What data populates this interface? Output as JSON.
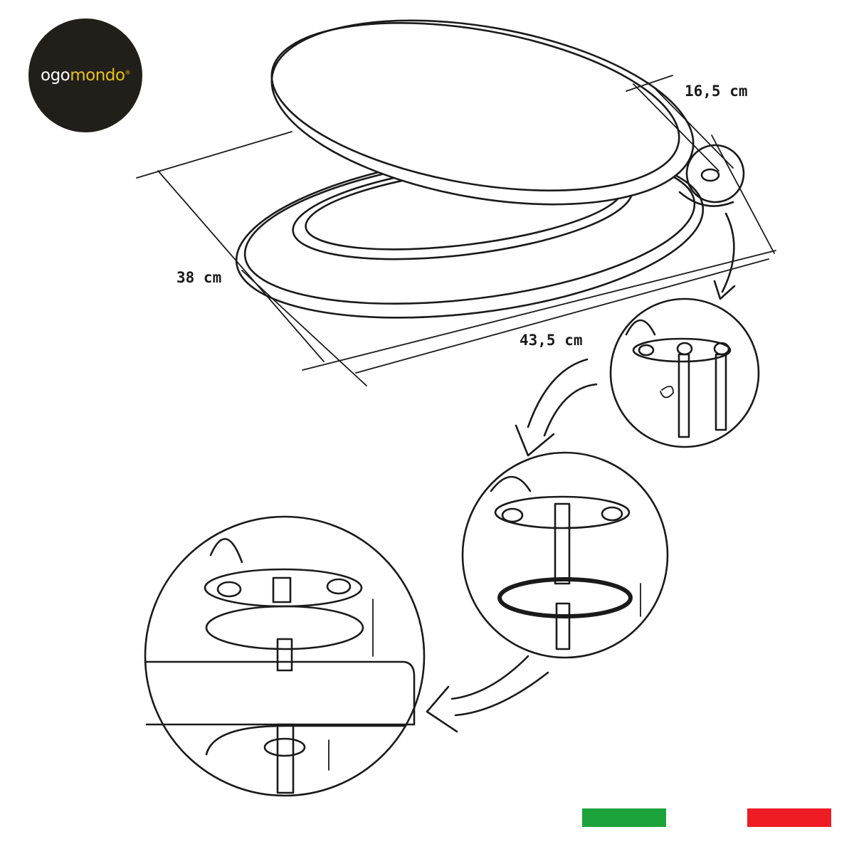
{
  "brand": {
    "name_part1": "ogo",
    "name_part2": "mondo",
    "reg_mark": "®",
    "badge_color": "#211f1a",
    "accent_color": "#e8c21c"
  },
  "dimensions": {
    "hinge_spacing": "16,5 cm",
    "width": "38 cm",
    "length": "43,5 cm"
  },
  "flag": {
    "green": "#1ca33b",
    "red": "#ee1c25"
  },
  "steps": [
    {
      "name": "step-1-bolts-in-hinge"
    },
    {
      "name": "step-2-washer-on-bolt"
    },
    {
      "name": "step-3-mount-on-bowl"
    }
  ]
}
